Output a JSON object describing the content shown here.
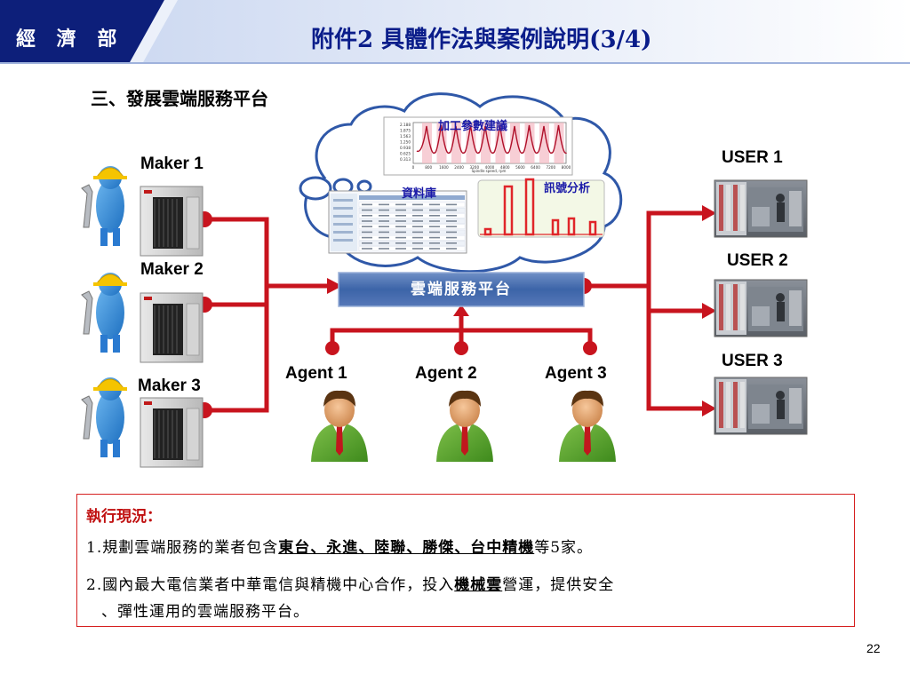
{
  "header": {
    "ministry": "經 濟 部",
    "title": "附件2 具體作法與案例說明(3/4)",
    "colors": {
      "navy": "#0d1f7a",
      "title": "#0a1d8a"
    }
  },
  "section_title": "三、發展雲端服務平台",
  "cloud": {
    "chart_title": "加工參數建議",
    "chart_xlabel": "Spindle speed, rpm",
    "chart_xticks": [
      "0",
      "800",
      "1600",
      "2400",
      "3200",
      "4000",
      "4800",
      "5600",
      "6400",
      "7200",
      "8000"
    ],
    "chart_yticks": [
      "2.188",
      "1.875",
      "1.563",
      "1.250",
      "0.938",
      "0.625",
      "0.313"
    ],
    "database_label": "資料庫",
    "analysis_label": "訊號分析"
  },
  "platform_label": "雲端服務平台",
  "makers": [
    "Maker 1",
    "Maker 2",
    "Maker 3"
  ],
  "users": [
    "USER 1",
    "USER 2",
    "USER 3"
  ],
  "agents": [
    "Agent 1",
    "Agent 2",
    "Agent 3"
  ],
  "connector_color": "#c8141e",
  "notes": {
    "heading": "執行現況：",
    "item1_prefix": "1.規劃雲端服務的業者包含",
    "item1_bold": "東台、永進、陸聯、勝傑、台中精機",
    "item1_suffix": "等5家。",
    "item2_prefix": "2.國內最大電信業者中華電信與精機中心合作，投入",
    "item2_bold": "機械雲",
    "item2_suffix": "營運，提供安全",
    "item2_cont": "、彈性運用的雲端服務平台。"
  },
  "page_number": "22"
}
